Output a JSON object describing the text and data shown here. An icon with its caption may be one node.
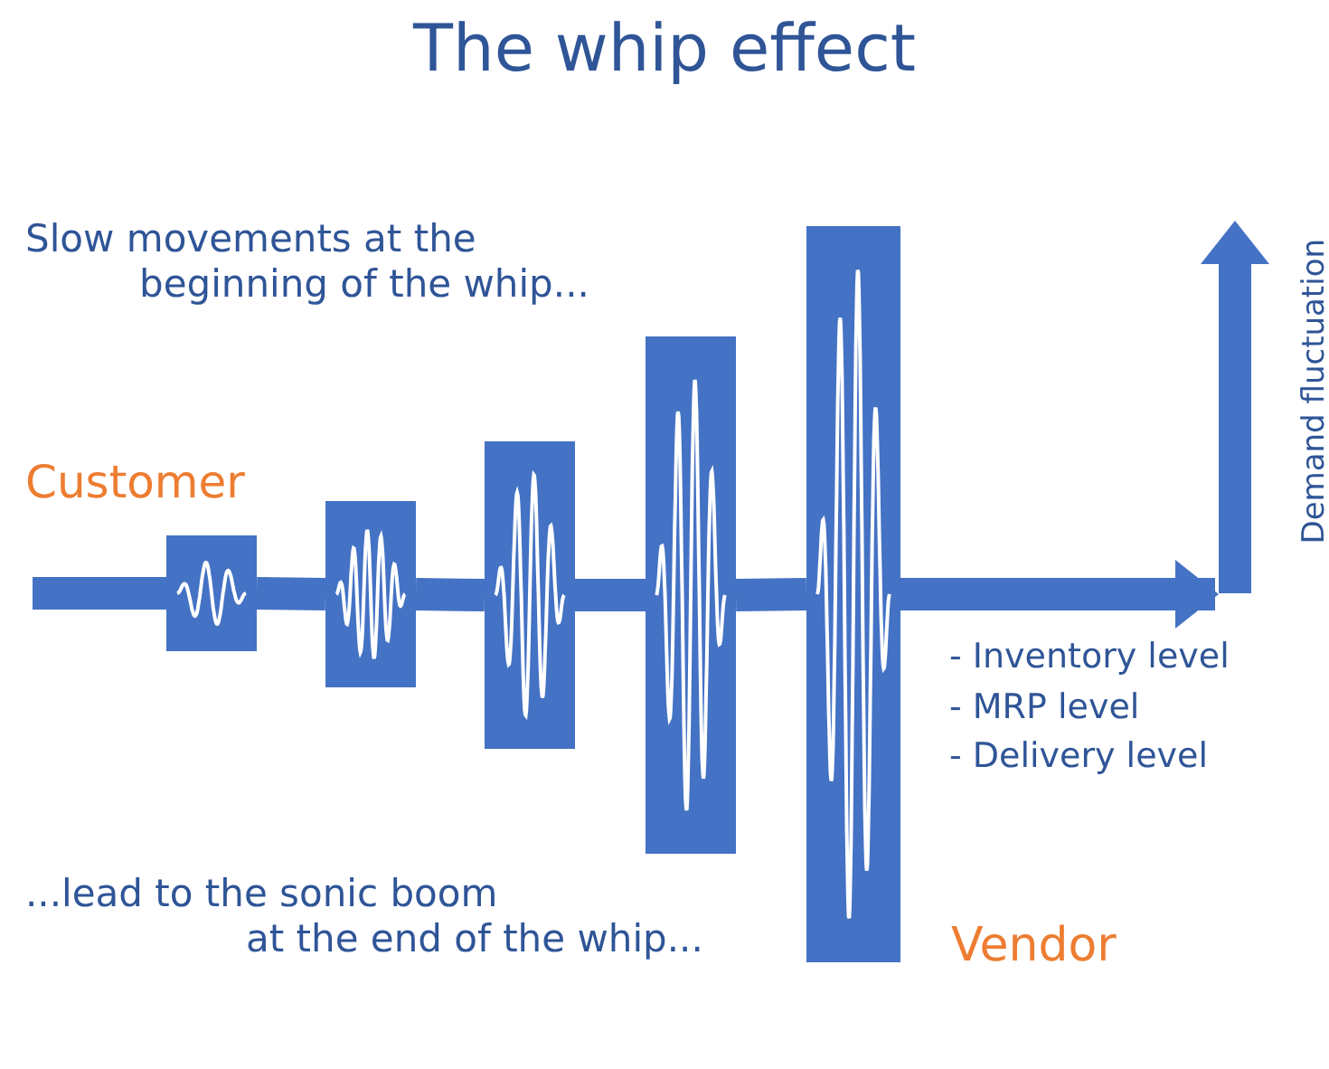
{
  "diagram": {
    "title": "The whip effect",
    "nodes": [
      {
        "text": [],
        "shape": "box"
      },
      {
        "text": [],
        "shape": "box"
      },
      {
        "text": [],
        "shape": "box"
      },
      {
        "text": [],
        "shape": "box"
      },
      {
        "text": [],
        "shape": "box"
      }
    ],
    "edges": [
      {
        "from": null,
        "to": 0,
        "arrow": "none"
      },
      {
        "from": 0,
        "to": 1,
        "arrow": "none"
      },
      {
        "from": 1,
        "to": 2,
        "arrow": "none"
      },
      {
        "from": 2,
        "to": 3,
        "arrow": "none"
      },
      {
        "from": 3,
        "to": 4,
        "arrow": "none"
      },
      {
        "from": 4,
        "to": null,
        "arrow": "to"
      }
    ],
    "labels": [
      "Slow movements at the beginning of the whip...",
      "Demand fluctuation",
      "Customer",
      "- Inventory level",
      "- MRP level",
      "- Delivery level",
      "...lead to the sonic boom at the end of the whip...",
      "Vendor"
    ]
  }
}
